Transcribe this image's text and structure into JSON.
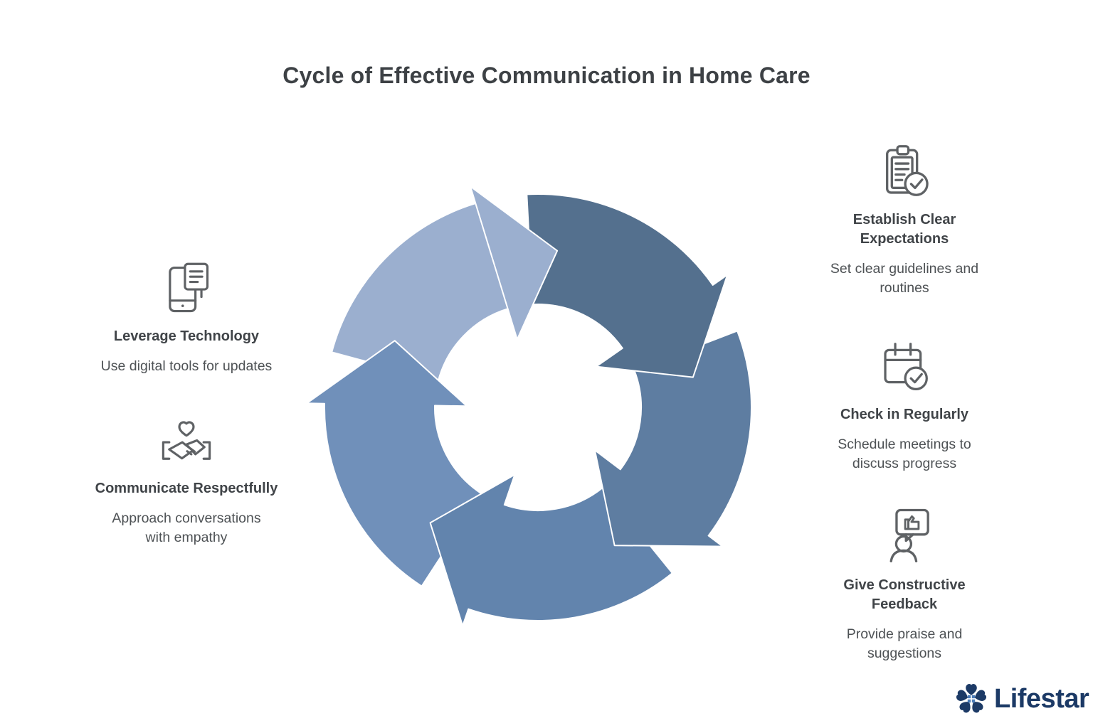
{
  "title": "Cycle of Effective Communication in Home Care",
  "diagram": {
    "type": "cycle",
    "direction": "clockwise",
    "steps": [
      {
        "id": "establish-expectations",
        "title": "Establish Clear Expectations",
        "description": "Set clear guidelines and routines",
        "icon": "clipboard-check-icon",
        "color": "#54708e",
        "position": "right-top"
      },
      {
        "id": "check-in-regularly",
        "title": "Check in Regularly",
        "description": "Schedule meetings to discuss progress",
        "icon": "calendar-check-icon",
        "color": "#5e7da1",
        "position": "right-middle"
      },
      {
        "id": "give-constructive-feedback",
        "title": "Give Constructive Feedback",
        "description": "Provide praise and suggestions",
        "icon": "feedback-speech-icon",
        "color": "#6284ad",
        "position": "right-bottom"
      },
      {
        "id": "communicate-respectfully",
        "title": "Communicate Respectfully",
        "description": "Approach conversations with empathy",
        "icon": "handshake-heart-icon",
        "color": "#7090ba",
        "position": "left-bottom"
      },
      {
        "id": "leverage-technology",
        "title": "Leverage Technology",
        "description": "Use digital tools for updates",
        "icon": "phone-update-icon",
        "color": "#9bafcf",
        "position": "left-top"
      }
    ]
  },
  "logo": {
    "name": "Lifestar",
    "color": "#1c3a66",
    "accent": "#4b7cb8"
  },
  "colors": {
    "background": "#ffffff",
    "heading": "#404448",
    "body_text": "#4e5255",
    "icon_stroke": "#5f6265"
  }
}
